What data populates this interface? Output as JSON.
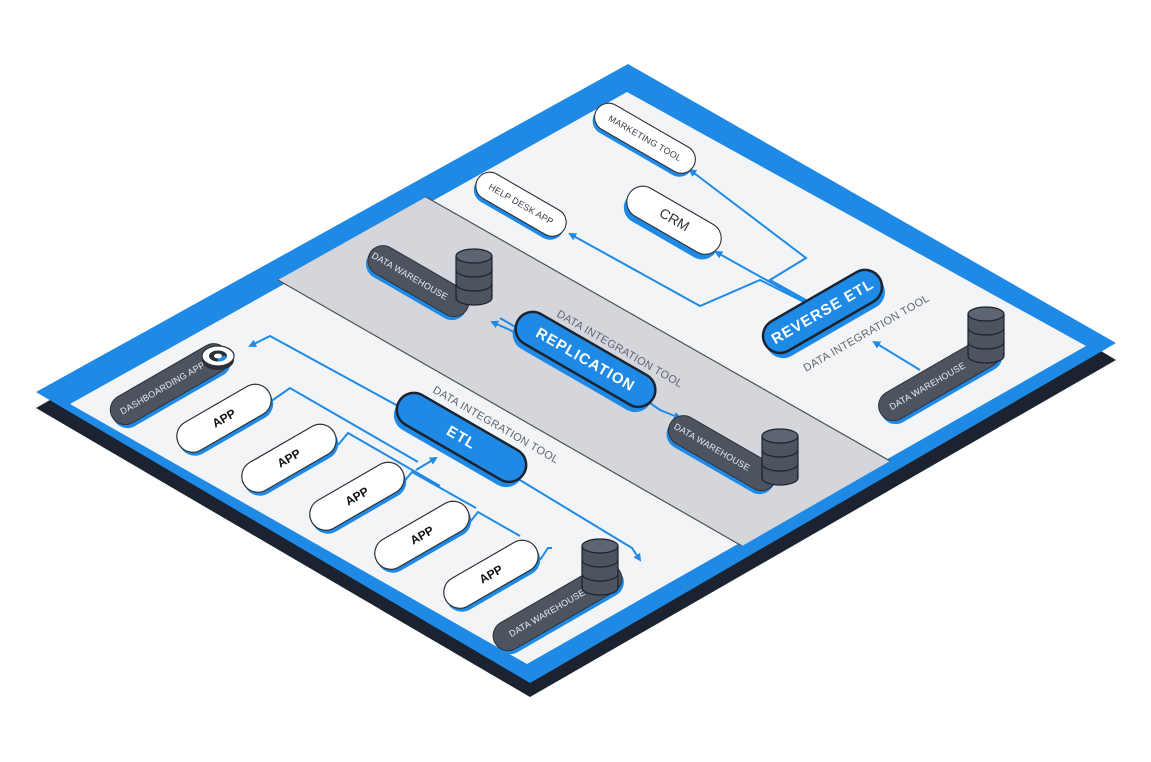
{
  "zones": {
    "etl": {
      "title": "ETL",
      "tool_caption": "DATA INTEGRATION TOOL",
      "apps": [
        "APP",
        "APP",
        "APP",
        "APP",
        "APP"
      ],
      "destination": "DASHBOARDING APP",
      "warehouse": "DATA WAREHOUSE"
    },
    "replication": {
      "title": "REPLICATION",
      "tool_caption": "DATA INTEGRATION TOOL",
      "source_warehouse": "DATA WAREHOUSE",
      "target_warehouse": "DATA WAREHOUSE"
    },
    "reverse_etl": {
      "title": "REVERSE ETL",
      "tool_caption": "DATA INTEGRATION TOOL",
      "warehouse": "DATA WAREHOUSE",
      "destinations": [
        "MARKETING TOOL",
        "CRM",
        "HELP DESK APP"
      ]
    }
  },
  "colors": {
    "accent_blue": "#1f8ae6",
    "board_fill": "#f3f4f6",
    "middle_zone_fill": "#d4d6dc",
    "dark_node": "#4d5460",
    "frame_dark": "#1b2330"
  }
}
